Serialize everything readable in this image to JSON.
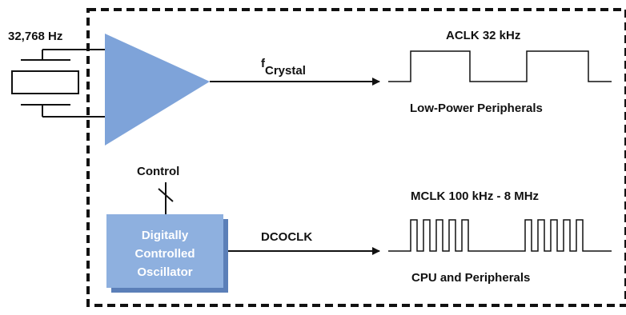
{
  "crystal": {
    "frequency_label": "32,768 Hz"
  },
  "signals": {
    "crystal_signal_main": "f",
    "crystal_signal_sub": "Crystal",
    "dco_signal": "DCOCLK"
  },
  "aclk": {
    "title": "ACLK 32 kHz",
    "consumer": "Low-Power Peripherals"
  },
  "mclk": {
    "title": "MCLK 100 kHz - 8 MHz",
    "consumer": "CPU and Peripherals"
  },
  "dco": {
    "control_label": "Control",
    "block_lines": [
      "Digitally",
      "Controlled",
      "Oscillator"
    ]
  },
  "colors": {
    "amplifier_fill": "#7ea3d9",
    "dco_fill": "#8eb0df",
    "dco_shadow": "#5b7fb8",
    "line": "#111111",
    "block_text": "#ffffff"
  }
}
